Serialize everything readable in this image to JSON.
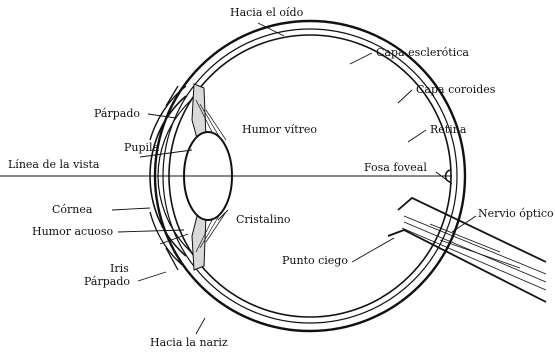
{
  "colors": {
    "ink": "#111111",
    "paper": "#ffffff"
  },
  "labels": {
    "toward_ear": "Hacia el oído",
    "sclera": "Capa esclerótica",
    "choroid": "Capa coroides",
    "retina": "Retina",
    "eyelid_top": "Párpado",
    "vitreous": "Humor vítreo",
    "pupil": "Pupila",
    "line_of_sight": "Línea de la vista",
    "fovea": "Fosa foveal",
    "optic_nerve": "Nervio óptico",
    "cornea": "Córnea",
    "aqueous": "Humor acuoso",
    "lens": "Cristalino",
    "iris": "Iris",
    "blind_spot": "Punto ciego",
    "eyelid_bottom": "Párpado",
    "toward_nose": "Hacia la nariz"
  }
}
